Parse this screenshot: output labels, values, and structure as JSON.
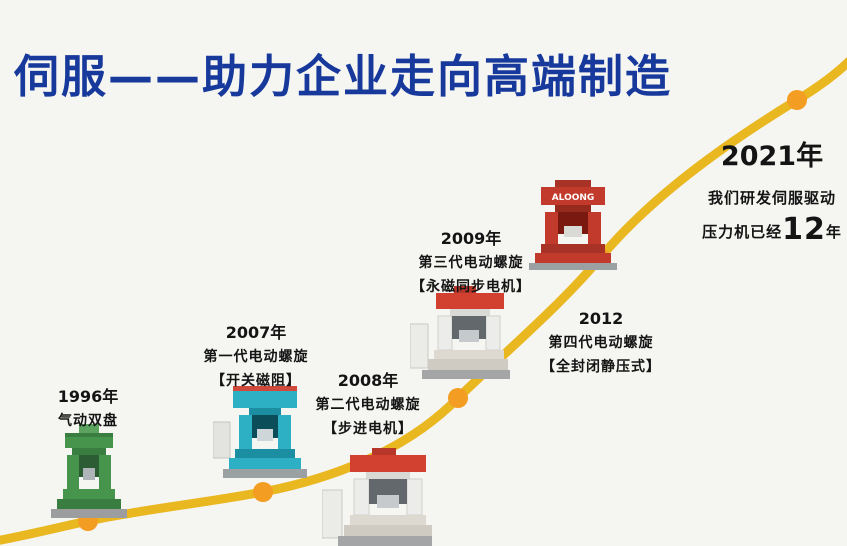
{
  "title": "伺服——助力企业走向高端制造",
  "colors": {
    "title_blue": "#16399b",
    "curve": "#e9b71f",
    "marker": "#f39d23",
    "text": "#141414"
  },
  "milestones": [
    {
      "id": "1996",
      "year": "1996年",
      "lines": [
        "气动双盘",
        ""
      ]
    },
    {
      "id": "2007",
      "year": "2007年",
      "lines": [
        "第一代电动螺旋",
        "【开关磁阻】"
      ]
    },
    {
      "id": "2008",
      "year": "2008年",
      "lines": [
        "第二代电动螺旋",
        "【步进电机】"
      ]
    },
    {
      "id": "2009",
      "year": "2009年",
      "lines": [
        "第三代电动螺旋",
        "【永磁同步电机】"
      ]
    },
    {
      "id": "2012",
      "year": "2012",
      "lines": [
        "第四代电动螺旋",
        "【全封闭静压式】"
      ]
    }
  ],
  "finale": {
    "year": "2021年",
    "line1": "我们研发伺服驱动",
    "line2_prefix": "压力机已经",
    "line2_number": "12",
    "line2_suffix": "年"
  },
  "machines": [
    {
      "id": "1996",
      "description": "green pneumatic double-disc press photo",
      "brand": ""
    },
    {
      "id": "2007",
      "description": "cyan first-generation electric screw press photo",
      "brand": ""
    },
    {
      "id": "2008",
      "description": "white-red second-generation electric screw press photo",
      "brand": ""
    },
    {
      "id": "2009",
      "description": "white-red third-generation electric screw press photo",
      "brand": ""
    },
    {
      "id": "2012",
      "description": "red fourth-generation electric screw press photo",
      "brand": "ALOONG"
    }
  ]
}
